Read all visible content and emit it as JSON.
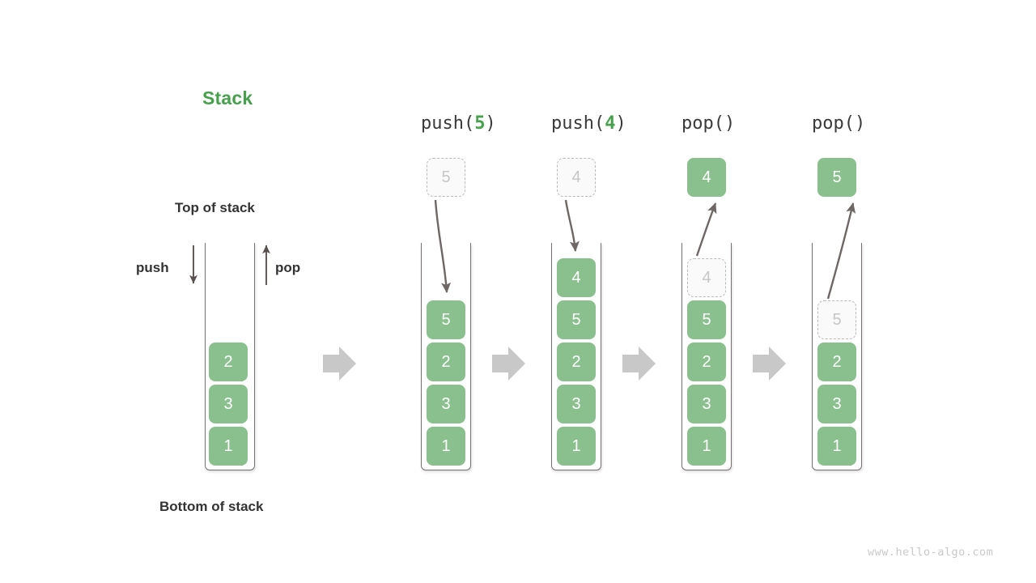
{
  "title": "Stack",
  "labels": {
    "top_of_stack": "Top of stack",
    "bottom_of_stack": "Bottom of stack",
    "push": "push",
    "pop": "pop"
  },
  "watermark": "www.hello-algo.com",
  "colors": {
    "accent_green": "#46a04c",
    "cell_green": "#8ac08e",
    "ghost_fill": "#fafafa",
    "ghost_border": "#b9b9b9",
    "ghost_text": "#c6c6c6",
    "container_stroke": "#76706e",
    "flow_arrow": "#c8c8c8",
    "text_dark": "#333333",
    "watermark_gray": "#c9c9c9"
  },
  "initial_stack": {
    "name": "initial",
    "cells": [
      "2",
      "3",
      "1"
    ]
  },
  "steps": [
    {
      "op_prefix": "push(",
      "op_arg": "5",
      "op_suffix": ")",
      "operation": "push",
      "floating": {
        "value": "5",
        "style": "ghost"
      },
      "cells": [
        {
          "value": "5",
          "style": "solid"
        },
        {
          "value": "2",
          "style": "solid"
        },
        {
          "value": "3",
          "style": "solid"
        },
        {
          "value": "1",
          "style": "solid"
        }
      ]
    },
    {
      "op_prefix": "push(",
      "op_arg": "4",
      "op_suffix": ")",
      "operation": "push",
      "floating": {
        "value": "4",
        "style": "ghost"
      },
      "cells": [
        {
          "value": "4",
          "style": "solid"
        },
        {
          "value": "5",
          "style": "solid"
        },
        {
          "value": "2",
          "style": "solid"
        },
        {
          "value": "3",
          "style": "solid"
        },
        {
          "value": "1",
          "style": "solid"
        }
      ]
    },
    {
      "op_prefix": "pop(",
      "op_arg": "",
      "op_suffix": ")",
      "operation": "pop",
      "floating": {
        "value": "4",
        "style": "solid"
      },
      "cells": [
        {
          "value": "4",
          "style": "ghost"
        },
        {
          "value": "5",
          "style": "solid"
        },
        {
          "value": "2",
          "style": "solid"
        },
        {
          "value": "3",
          "style": "solid"
        },
        {
          "value": "1",
          "style": "solid"
        }
      ]
    },
    {
      "op_prefix": "pop(",
      "op_arg": "",
      "op_suffix": ")",
      "operation": "pop",
      "floating": {
        "value": "5",
        "style": "solid"
      },
      "cells": [
        {
          "value": "5",
          "style": "ghost"
        },
        {
          "value": "2",
          "style": "solid"
        },
        {
          "value": "3",
          "style": "solid"
        },
        {
          "value": "1",
          "style": "solid"
        }
      ]
    }
  ],
  "flow_arrow_count": 4
}
